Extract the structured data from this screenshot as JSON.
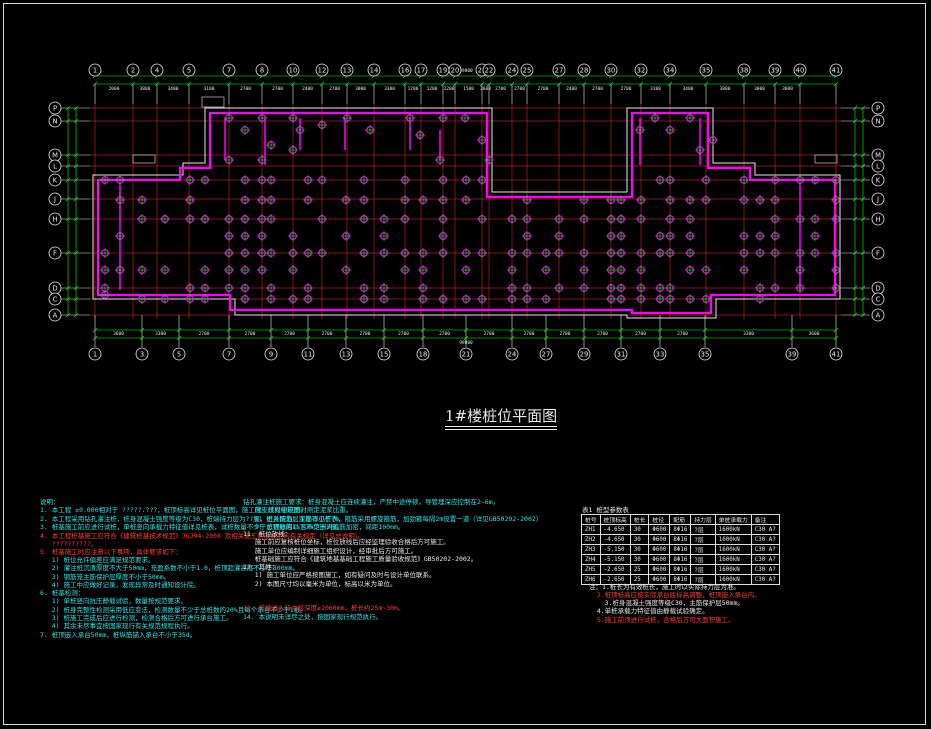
{
  "drawing": {
    "title": "1#楼桩位平面图",
    "axes_top": [
      "1",
      "2",
      "4",
      "5",
      "7",
      "8",
      "10",
      "12",
      "13",
      "14",
      "16",
      "17",
      "19",
      "20",
      "21",
      "22",
      "24",
      "25",
      "27",
      "28",
      "30",
      "32",
      "34",
      "35",
      "38",
      "39",
      "40",
      "41"
    ],
    "axes_bottom": [
      "1",
      "3",
      "5",
      "7",
      "9",
      "11",
      "13",
      "15",
      "18",
      "21",
      "24",
      "27",
      "29",
      "31",
      "33",
      "35",
      "39",
      "41"
    ],
    "axes_left": [
      "P",
      "N",
      "M",
      "L",
      "K",
      "J",
      "H",
      "F",
      "D",
      "C",
      "A"
    ],
    "axes_right": [
      "P",
      "N",
      "M",
      "L",
      "K",
      "J",
      "H",
      "F",
      "D",
      "C",
      "A"
    ],
    "dims_top": [
      "2000",
      "3800",
      "3400",
      "3100",
      "2700",
      "2700",
      "2400",
      "2700",
      "3000",
      "3300",
      "1700",
      "1200",
      "2200",
      "1500",
      "2600",
      "2700",
      "2700",
      "2700",
      "2400",
      "2700",
      "2700",
      "3100",
      "3400",
      "3800",
      "3000",
      "3000"
    ],
    "dims_bottom": [
      "3600",
      "3300",
      "2700",
      "2700",
      "2700",
      "2700",
      "2700",
      "2700",
      "2700",
      "2700",
      "2700",
      "2700",
      "2700",
      "2700",
      "2700",
      "3300",
      "3600"
    ],
    "overall_dim": "99800"
  },
  "notes_left": {
    "cyan_1": "说明：\n1. 本工程 ±0.000相对于 ?????.???，桩顶标高详见桩位平面图，施工时应核对建筑图。\n2. 本工程采用钻孔灌注桩，桩身混凝土强度等级为C30，桩端持力层为??层，进入持力层深度不小于?m。\n3. 桩基施工前应进行试桩，单桩竖向承载力特征值详见桩表，试桩数量不少于总桩数的1%且不少于3根。",
    "red_1": "4. 本工程桩基施工应符合《建筑桩基技术规范》JGJ94-2008 及相关施工验收规范的有关规定（详见总说明）。\n   ??????????。",
    "red_2": "5. 桩基施工时应注意以下事项，具体要求如下：",
    "cyan_2": "   1) 桩位允许偏差应满足规范要求。\n   2) 灌注桩沉渣厚度不大于50mm，充盈系数不小于1.0，桩顶超灌高度不小于800mm。\n   3) 钢筋笼主筋保护层厚度不小于50mm。\n   4) 施工中应做好记录，发现异常及时通知设计院。\n6. 桩基检测：\n   1) 单桩竖向抗压静载试验，数量按规范要求。\n   2) 桩身完整性检测采用低应变法，检测数量不少于总桩数的20%且每个承台不少于1根。\n   3) 桩施工完成后应进行检测，检测合格后方可进行承台施工。\n   4) 其余未尽事宜按国家现行有关规范规程执行。\n7. 桩顶嵌入承台50mm，桩纵筋锚入承台不小于35d。"
  },
  "notes_middle": {
    "cyan_1": "钻孔灌注桩施工要求：桩身混凝土应连续灌注，严禁中途停顿，导管埋深应控制在2~6m，\n   施工过程中应随时测定泥浆比重。\n   8) 桩身配筋：主筋详见桩表，箍筋采用螺旋箍筋，加劲箍每隔2m设置一道（详见GB50202-2002）\n   9) 桩顶标高以下3m范围内箍筋加密，间距100mm。",
    "white_1": "11. 桩位放线：\n   施工前应复核桩位坐标，桩位放线后应经监理验收合格后方可施工。\n   施工单位应编制详细施工组织设计，经审批后方可施工。\n   桩基础施工应符合《建筑地基基础工程施工质量验收规范》GB50202-2002。\n12. 其他：\n   1) 施工单位应严格按图施工，如有疑问及时与设计单位联系。\n   2) 本图尺寸均以毫米为单位，标高以米为单位。",
    "red_1": "13. 桩端进入持力层深度≥2000mm，桩长约25m~30m。",
    "cyan_2": "14. 本说明未详尽之处，按国家现行规范执行。"
  },
  "pile_table": {
    "caption": "表1 桩型参数表",
    "header": [
      "桩号",
      "桩顶标高",
      "桩长",
      "桩径",
      "配筋",
      "持力层",
      "单桩承载力",
      "备注"
    ],
    "rows": [
      [
        "ZH1",
        "-4.650",
        "30",
        "Φ600",
        "8Φ16",
        "?层",
        "1600kN",
        "C30 A?"
      ],
      [
        "ZH2",
        "-4.650",
        "30",
        "Φ600",
        "8Φ16",
        "?层",
        "1600kN",
        "C30 A?"
      ],
      [
        "ZH3",
        "-5.150",
        "30",
        "Φ600",
        "8Φ16",
        "?层",
        "1600kN",
        "C30 A?"
      ],
      [
        "ZH4",
        "-5.150",
        "30",
        "Φ600",
        "8Φ16",
        "?层",
        "1600kN",
        "C30 A?"
      ],
      [
        "ZH5",
        "-2.650",
        "25",
        "Φ600",
        "8Φ16",
        "?层",
        "1600kN",
        "C30 A?"
      ],
      [
        "ZH6",
        "-2.650",
        "25",
        "Φ600",
        "8Φ16",
        "?层",
        "1600kN",
        "C30 A?"
      ]
    ],
    "notes_white": "注：1.桩长为有效桩长，施工时以实际持力层为准。",
    "notes_red": "  2.桩顶标高应按实际承台底标高调整，桩顶嵌入承台内。",
    "notes_white2": "    3.桩身混凝土强度等级C30，主筋保护层50mm。\n  4.单桩承载力特征值由静载试验确定。",
    "notes_red2": "  5.施工前须进行试桩，合格后方可大面积施工。"
  },
  "colors": {
    "background": "#000000",
    "axis": "#e8e8e8",
    "grid": "#ff2d2d",
    "wall": "#ff00ff",
    "dim": "#00ff00",
    "cyan_text": "#27e6e6",
    "red_text": "#ff3a3a"
  }
}
